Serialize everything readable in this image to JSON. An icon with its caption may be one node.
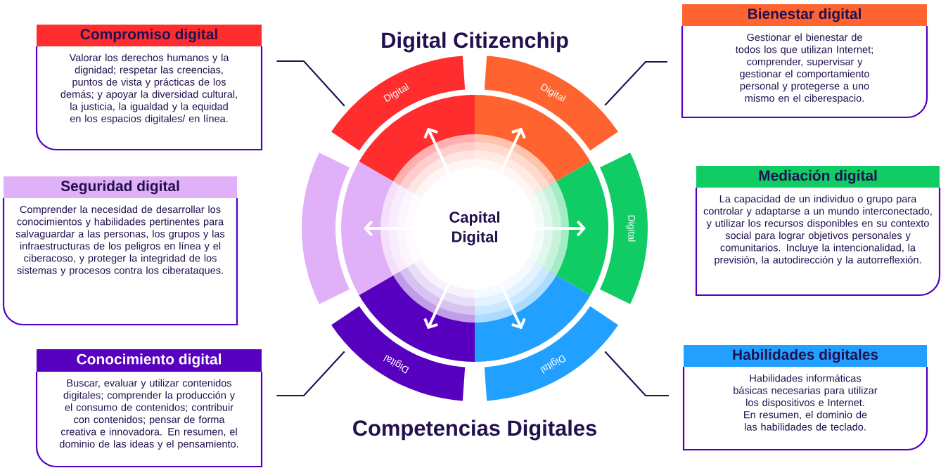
{
  "diagram": {
    "nodes": [
      {
        "text": [
          "Compromiso digital",
          "Valorar los derechos humanos y la dignidad; respetar las creencias, puntos de vista y prácticas de los demás; y apoyar la diversidad cultural, la justicia, la igualdad y la equidad en los espacios digitales/ en línea."
        ]
      },
      {
        "text": [
          "Bienestar digital",
          "Gestionar el bienestar de todos los que utilizan Internet; comprender, supervisar y gestionar el comportamiento personal y protegerse a uno mismo en el ciberespacio."
        ]
      },
      {
        "text": [
          "Seguridad digital",
          "Comprender la necesidad de desarrollar los conocimientos y habilidades pertinentes para salvaguardar a las personas, los grupos y las infraestructuras de los peligros en línea y el ciberacoso, y proteger la integridad de los sistemas y procesos contra los ciberataques."
        ]
      },
      {
        "text": [
          "Mediación digital",
          "La capacidad de un individuo o grupo para controlar y adaptarse a un mundo interconectado, y utilizar los recursos disponibles en su contexto social para lograr objetivos personales y comunitarios. Incluye la intencionalidad, la previsión, la autodirección y la autorreflexión."
        ]
      },
      {
        "text": [
          "Conocimiento digital",
          "Buscar, evaluar y utilizar contenidos digitales; comprender la producción y el consumo de contenidos; contribuir con contenidos; pensar de forma creativa e innovadora. En resumen, el dominio de las ideas y el pensamiento."
        ]
      },
      {
        "text": [
          "Habilidades digitales",
          "Habilidades informáticas básicas necesarias para utilizar los dispositivos e Internet. En resumen, el dominio de las habilidades de teclado."
        ]
      },
      {
        "text": [
          "Capital Digital"
        ]
      },
      {
        "text": [
          "Digital"
        ]
      },
      {
        "text": [
          "Digital"
        ]
      },
      {
        "text": [],
        "shape": "arc"
      },
      {
        "text": [
          "Digital"
        ]
      },
      {
        "text": [
          "Digital"
        ]
      },
      {
        "text": [
          "Digital"
        ]
      }
    ],
    "edges": [
      {
        "from": 0,
        "to": 7,
        "arrow": "none",
        "color": "#23104f"
      },
      {
        "from": 1,
        "to": 8,
        "arrow": "none",
        "color": "#23104f"
      },
      {
        "from": 4,
        "to": 11,
        "arrow": "none",
        "color": "#23104f"
      },
      {
        "from": 5,
        "to": 12,
        "arrow": "none",
        "color": "#23104f"
      },
      {
        "from": 6,
        "to": null,
        "arrow": "to"
      },
      {
        "from": 6,
        "to": null,
        "arrow": "to"
      },
      {
        "from": 6,
        "to": null,
        "arrow": "to"
      },
      {
        "from": 6,
        "to": null,
        "arrow": "to"
      },
      {
        "from": 6,
        "to": null,
        "arrow": "to"
      },
      {
        "from": 6,
        "to": null,
        "arrow": "to"
      }
    ],
    "labels": [
      "Digital Citizenchip",
      "Competencias Digitales"
    ]
  }
}
